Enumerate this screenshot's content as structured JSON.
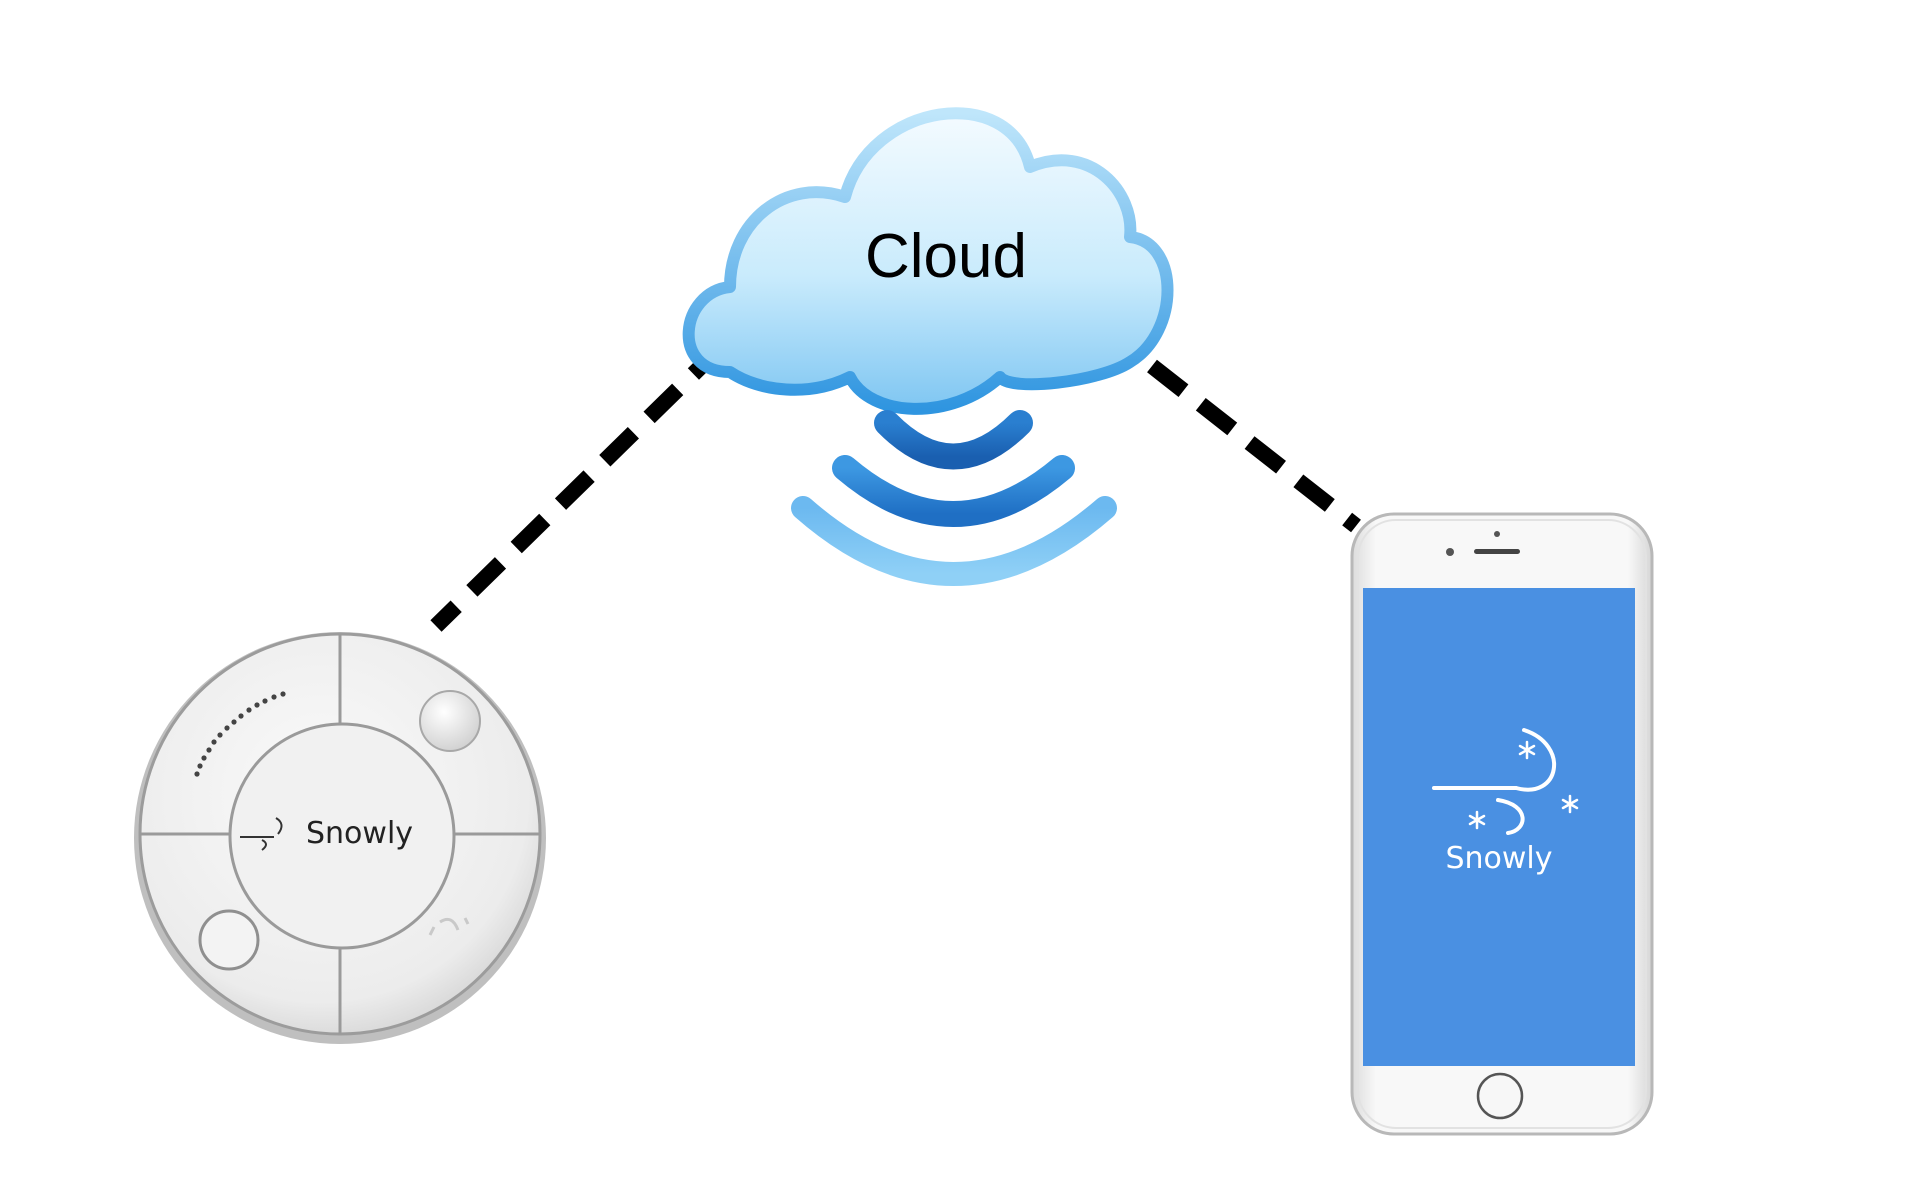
{
  "cloud": {
    "label": "Cloud",
    "color_light": "#e6f6ff",
    "color_mid": "#9fd6f7",
    "color_dark": "#3ea3e6",
    "signal_color": "#1a74c9"
  },
  "controller": {
    "brand": "Snowly",
    "body_color": "#eeeeee"
  },
  "phone": {
    "app_name": "Snowly",
    "screen_color": "#4a90e2",
    "body_color": "#f2f2f2"
  },
  "connections": {
    "line_color": "#000000",
    "style": "dashed"
  }
}
